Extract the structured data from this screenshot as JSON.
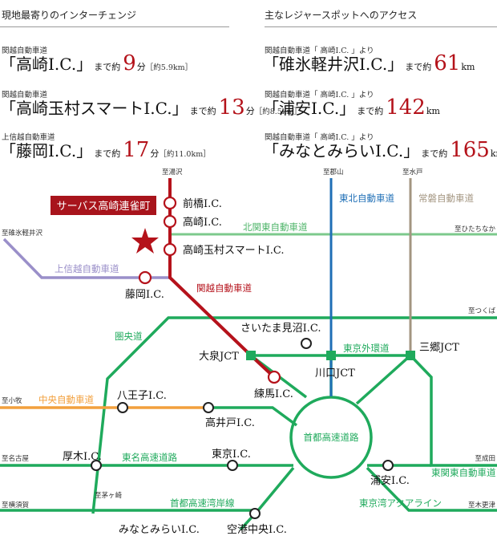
{
  "left_panel": {
    "heading": "現地最寄りのインターチェンジ",
    "items": [
      {
        "route": "関越自動車道",
        "ic": "「高崎I.C.」",
        "made": "まで",
        "approx": "約",
        "num": "9",
        "unit": "分",
        "dist": "［約5.9km］"
      },
      {
        "route": "関越自動車道",
        "ic": "「高崎玉村スマートI.C.」",
        "made": "まで",
        "approx": "約",
        "num": "13",
        "unit": "分",
        "dist": "［約8.5km］"
      },
      {
        "route": "上信越自動車道",
        "ic": "「藤岡I.C.」",
        "made": "まで",
        "approx": "約",
        "num": "17",
        "unit": "分",
        "dist": "［約11.0km］"
      }
    ]
  },
  "right_panel": {
    "heading": "主なレジャースポットへのアクセス",
    "items": [
      {
        "route": "関越自動車道「 高崎I.C. 」より",
        "ic": "「碓氷軽井沢I.C.」",
        "made": "まで",
        "approx": "約",
        "num": "61",
        "unit": "km"
      },
      {
        "route": "関越自動車道「 高崎I.C. 」より",
        "ic": "「浦安I.C.」",
        "made": "まで",
        "approx": "約",
        "num": "142",
        "unit": "km"
      },
      {
        "route": "関越自動車道「 高崎I.C. 」より",
        "ic": "「みなとみらいI.C.」",
        "made": "まで",
        "approx": "約",
        "num": "165",
        "unit": "km"
      }
    ]
  },
  "map": {
    "site_label": "サーバス高崎連雀町",
    "colors": {
      "kanetsu": "#b5121b",
      "green": "#1faa5c",
      "lightgreen": "#7cc98c",
      "joshinetsu": "#9a8fc9",
      "tohoku": "#1f6fb6",
      "joban": "#a39580",
      "chuo": "#f2a03d",
      "accent": "#b4121a"
    },
    "directions": {
      "yuzawa": "至湯沢",
      "koriyama": "至郡山",
      "mito": "至水戸",
      "usui": "至碓氷軽井沢",
      "hitachinaka": "至ひたちなか",
      "tsukuba": "至つくば",
      "komaki": "至小牧",
      "nagoya": "至名古屋",
      "narita": "至成田",
      "chigasaki": "至茅ヶ崎",
      "yokosuka": "至横須賀",
      "kisarazu": "至木更津"
    },
    "roads": {
      "kanetsu": "関越自動車道",
      "joshinetsu": "上信越自動車道",
      "kitakanto": "北関東自動車道",
      "tohoku": "東北自動車道",
      "joban": "常磐自動車道",
      "kenodo": "圏央道",
      "gaikan": "東京外環道",
      "chuo": "中央自動車道",
      "tomei": "東名高速道路",
      "shuto": "首都高速道路",
      "wangan": "首都高速湾岸線",
      "aqualine": "東京湾アクアライン",
      "higashikanto": "東関東自動車道"
    },
    "ics": {
      "maebashi": "前橋I.C.",
      "takasaki": "高崎I.C.",
      "tamamura": "高崎玉村スマートI.C.",
      "fujioka": "藤岡I.C.",
      "minuma": "さいたま見沼I.C.",
      "oizumi": "大泉JCT",
      "kawaguchi": "川口JCT",
      "misato": "三郷JCT",
      "nerima": "練馬I.C.",
      "hachioji": "八王子I.C.",
      "takaido": "高井戸I.C.",
      "atsugi": "厚木I.C.",
      "tokyo": "東京I.C.",
      "urayasu": "浦安I.C.",
      "minatomirai": "みなとみらいI.C.",
      "kuko": "空港中央I.C."
    }
  }
}
